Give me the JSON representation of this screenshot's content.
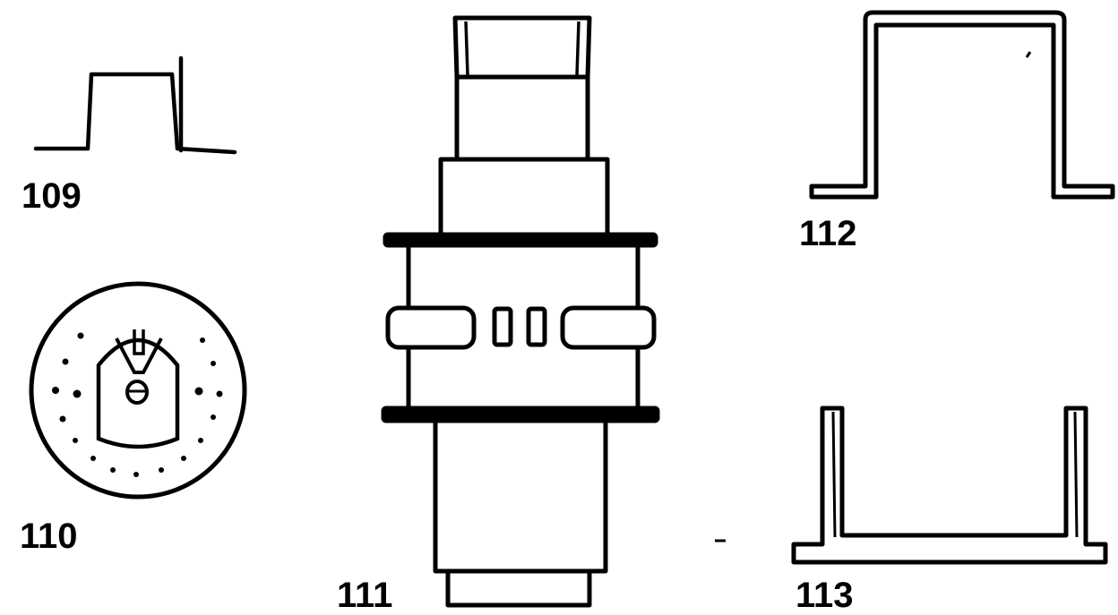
{
  "labels": {
    "fig109": "109",
    "fig110": "110",
    "fig111": "111",
    "fig112": "112",
    "fig113": "113"
  },
  "colors": {
    "ink": "#000000",
    "paper": "#ffffff"
  }
}
